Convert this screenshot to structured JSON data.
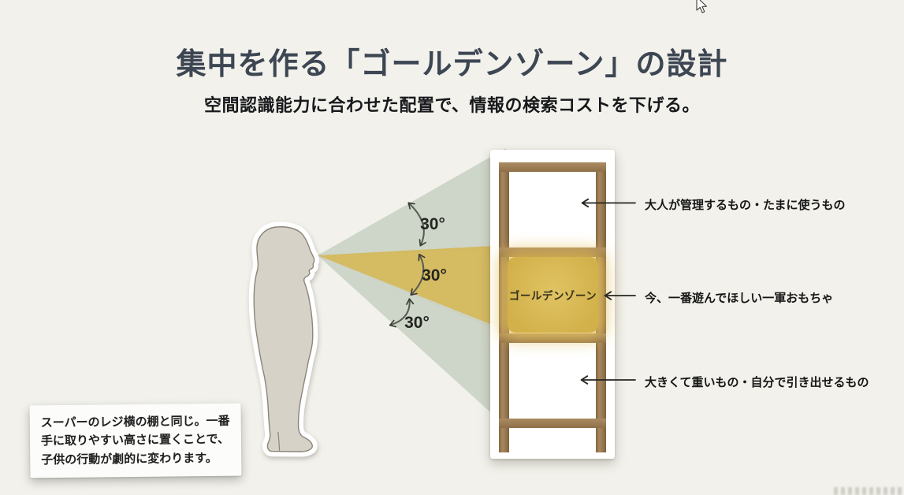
{
  "slide": {
    "title": "集中を作る「ゴールデンゾーン」の設計",
    "subtitle": "空間認識能力に合わせた配置で、情報の検索コストを下げる。"
  },
  "diagram": {
    "angle_labels": [
      "30°",
      "30°",
      "30°"
    ],
    "golden_zone_label": "ゴールデンゾーン",
    "annotations": [
      "大人が管理するもの・たまに使うもの",
      "今、一番遊んでほしい一軍おもちゃ",
      "大きくて重いもの・自分で引き出せるもの"
    ]
  },
  "note": {
    "text": "スーパーのレジ横の棚と同じ。一番手に取りやすい高さに置くことで、子供の行動が劇的に変わります。"
  },
  "colors": {
    "background": "#f2f1eb",
    "title": "#3d4653",
    "body_text": "#1b1b1b",
    "cone_green": "#cbd4c7",
    "cone_gold": "#d4b95c",
    "wood": "#9a7a52",
    "golden_zone_fill": "#d8b952",
    "card": "#ffffff"
  }
}
